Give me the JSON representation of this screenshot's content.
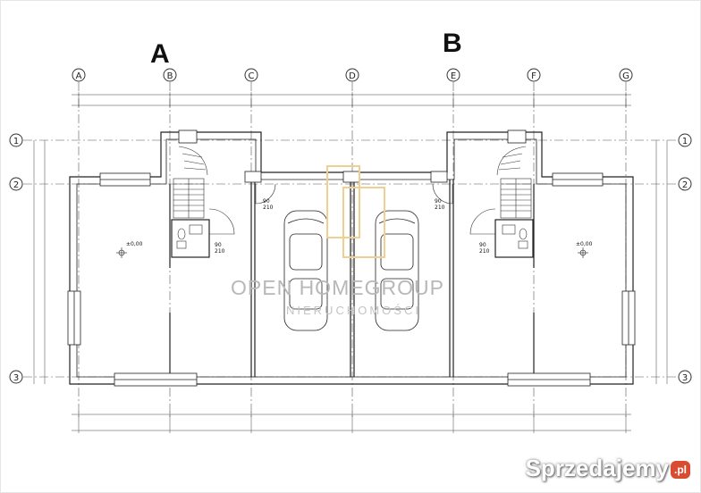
{
  "sections": {
    "left": "A",
    "right": "B"
  },
  "grid_columns": [
    "A",
    "B",
    "C",
    "D",
    "E",
    "F",
    "G"
  ],
  "grid_rows": [
    "1",
    "2",
    "3"
  ],
  "labels": {
    "level_left": "±0,00",
    "level_right": "±0,00",
    "door_left": [
      "90",
      "210"
    ],
    "door_right": [
      "90",
      "210"
    ],
    "garage_door_left": [
      "90",
      "210"
    ],
    "garage_door_right": [
      "90",
      "210"
    ]
  },
  "watermark": {
    "company": "OPEN HOMEGROUP",
    "sub": "NIERUCHOMOŚCI"
  },
  "brand": {
    "name": "Sprzedajemy",
    "badge": ".pl"
  },
  "colors": {
    "line": "#222222",
    "axis": "#333333",
    "watermark": "#b8b8b8",
    "logo": "#f0d090",
    "brand_badge": "#d94c31"
  }
}
